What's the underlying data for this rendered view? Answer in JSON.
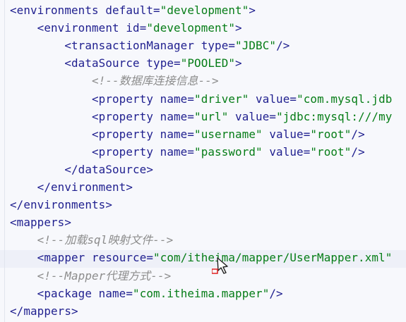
{
  "editor": {
    "lines": [
      [
        {
          "t": "<",
          "c": "tag"
        },
        {
          "t": "environments",
          "c": "tag"
        },
        {
          "t": " default",
          "c": "attr"
        },
        {
          "t": "=",
          "c": "tag"
        },
        {
          "t": "\"development\"",
          "c": "val"
        },
        {
          "t": ">",
          "c": "tag"
        }
      ],
      [
        {
          "t": "    <",
          "c": "tag"
        },
        {
          "t": "environment",
          "c": "tag"
        },
        {
          "t": " id",
          "c": "attr"
        },
        {
          "t": "=",
          "c": "tag"
        },
        {
          "t": "\"development\"",
          "c": "val"
        },
        {
          "t": ">",
          "c": "tag"
        }
      ],
      [
        {
          "t": "        <",
          "c": "tag"
        },
        {
          "t": "transactionManager",
          "c": "tag"
        },
        {
          "t": " type",
          "c": "attr"
        },
        {
          "t": "=",
          "c": "tag"
        },
        {
          "t": "\"JDBC\"",
          "c": "val"
        },
        {
          "t": "/>",
          "c": "tag"
        }
      ],
      [
        {
          "t": "        <",
          "c": "tag"
        },
        {
          "t": "dataSource",
          "c": "tag"
        },
        {
          "t": " type",
          "c": "attr"
        },
        {
          "t": "=",
          "c": "tag"
        },
        {
          "t": "\"POOLED\"",
          "c": "val"
        },
        {
          "t": ">",
          "c": "tag"
        }
      ],
      [
        {
          "t": "            <!--数据库连接信息-->",
          "c": "comment"
        }
      ],
      [
        {
          "t": "            <",
          "c": "tag"
        },
        {
          "t": "property",
          "c": "tag"
        },
        {
          "t": " name",
          "c": "attr"
        },
        {
          "t": "=",
          "c": "tag"
        },
        {
          "t": "\"driver\"",
          "c": "val"
        },
        {
          "t": " value",
          "c": "attr"
        },
        {
          "t": "=",
          "c": "tag"
        },
        {
          "t": "\"com.mysql.jdb",
          "c": "val"
        }
      ],
      [
        {
          "t": "            <",
          "c": "tag"
        },
        {
          "t": "property",
          "c": "tag"
        },
        {
          "t": " name",
          "c": "attr"
        },
        {
          "t": "=",
          "c": "tag"
        },
        {
          "t": "\"url\"",
          "c": "val"
        },
        {
          "t": " value",
          "c": "attr"
        },
        {
          "t": "=",
          "c": "tag"
        },
        {
          "t": "\"jdbc:mysql:///my",
          "c": "val"
        }
      ],
      [
        {
          "t": "            <",
          "c": "tag"
        },
        {
          "t": "property",
          "c": "tag"
        },
        {
          "t": " name",
          "c": "attr"
        },
        {
          "t": "=",
          "c": "tag"
        },
        {
          "t": "\"username\"",
          "c": "val"
        },
        {
          "t": " value",
          "c": "attr"
        },
        {
          "t": "=",
          "c": "tag"
        },
        {
          "t": "\"root\"",
          "c": "val"
        },
        {
          "t": "/>",
          "c": "tag"
        }
      ],
      [
        {
          "t": "            <",
          "c": "tag"
        },
        {
          "t": "property",
          "c": "tag"
        },
        {
          "t": " name",
          "c": "attr"
        },
        {
          "t": "=",
          "c": "tag"
        },
        {
          "t": "\"password\"",
          "c": "val"
        },
        {
          "t": " value",
          "c": "attr"
        },
        {
          "t": "=",
          "c": "tag"
        },
        {
          "t": "\"root\"",
          "c": "val"
        },
        {
          "t": "/>",
          "c": "tag"
        }
      ],
      [
        {
          "t": "        </",
          "c": "tag"
        },
        {
          "t": "dataSource",
          "c": "tag"
        },
        {
          "t": ">",
          "c": "tag"
        }
      ],
      [
        {
          "t": "    </",
          "c": "tag"
        },
        {
          "t": "environment",
          "c": "tag"
        },
        {
          "t": ">",
          "c": "tag"
        }
      ],
      [
        {
          "t": "</",
          "c": "tag"
        },
        {
          "t": "environments",
          "c": "tag"
        },
        {
          "t": ">",
          "c": "tag"
        }
      ],
      [
        {
          "t": "<",
          "c": "tag"
        },
        {
          "t": "mappers",
          "c": "tag"
        },
        {
          "t": ">",
          "c": "tag"
        }
      ],
      [
        {
          "t": "    <!--加载sql映射文件-->",
          "c": "comment"
        }
      ],
      [
        {
          "t": "    <",
          "c": "tag"
        },
        {
          "t": "mapper",
          "c": "tag"
        },
        {
          "t": " resource",
          "c": "attr"
        },
        {
          "t": "=",
          "c": "tag"
        },
        {
          "t": "\"com/itheima/mapper/UserMapper.xml\"",
          "c": "val"
        }
      ],
      [
        {
          "t": "    <!--Mapper代理方式-->",
          "c": "comment"
        }
      ],
      [
        {
          "t": "    <",
          "c": "tag"
        },
        {
          "t": "package",
          "c": "tag"
        },
        {
          "t": " name",
          "c": "attr"
        },
        {
          "t": "=",
          "c": "tag"
        },
        {
          "t": "\"com.itheima.mapper\"",
          "c": "val"
        },
        {
          "t": "/>",
          "c": "tag"
        }
      ],
      [
        {
          "t": "</",
          "c": "tag"
        },
        {
          "t": "mappers",
          "c": "tag"
        },
        {
          "t": ">",
          "c": "tag"
        }
      ]
    ],
    "colors": {
      "tag": "#1f1f8f",
      "string": "#067d17",
      "comment": "#8c8c8c",
      "background": "#f7f8fc"
    },
    "cursor_icon": "mouse-cursor-icon"
  }
}
